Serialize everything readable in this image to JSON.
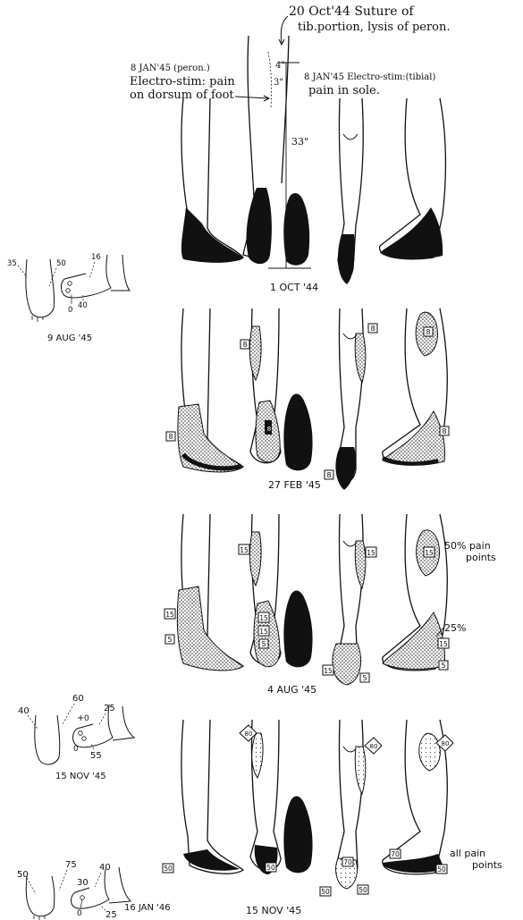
{
  "annotations": {
    "suture": "20 Oct'44 Suture of",
    "suture_2": "tib.portion, lysis of peron.",
    "peron_date": "8 JAN'45 (peron.)",
    "peron_text_1": "Electro-stim: pain",
    "peron_text_2": "on dorsum of foot",
    "tibial_date": "8 JAN'45 Electro-stim:(tibial)",
    "tibial_text": "pain in sole.",
    "measure_4": "4\"",
    "measure_3": "3\"",
    "measure_33": "33\""
  },
  "panels": {
    "p1": {
      "date": "1 OCT '44"
    },
    "p2": {
      "date": "27 FEB '45",
      "box": "8"
    },
    "p3": {
      "date": "4 AUG '45",
      "box": "15",
      "box_small": "5",
      "note_50_1": "50% pain",
      "note_50_2": "points",
      "note_25": "25%"
    },
    "p4": {
      "date": "15 NOV '45",
      "box": "80",
      "box_small": "50",
      "box_mid": "70",
      "note_all_1": "all pain",
      "note_all_2": "points"
    }
  },
  "insets": {
    "i1": {
      "date": "9 AUG '45",
      "n35": "35",
      "n50": "50",
      "n16": "16",
      "n40": "40",
      "o": "0"
    },
    "i2": {
      "date": "15 NOV '45",
      "n40": "40",
      "n60": "60",
      "n25": "25",
      "n55": "55",
      "o": "0",
      "plus": "+"
    },
    "i3": {
      "date": "16 JAN '46",
      "n50": "50",
      "n75": "75",
      "n40": "40",
      "n30": "30",
      "n25": "25",
      "o": "0"
    }
  }
}
